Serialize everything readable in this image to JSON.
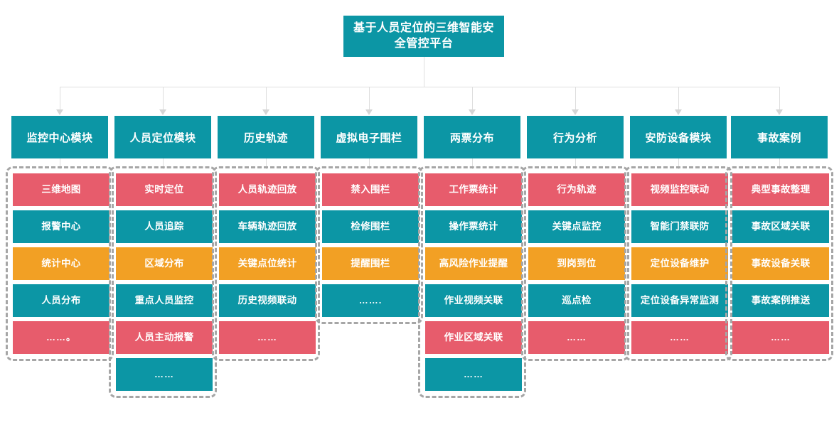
{
  "root": {
    "title": "基于人员定位的三维智能安全管控平台"
  },
  "colors": {
    "teal": "#0C96A5",
    "red": "#E75C6C",
    "orange": "#F2A024",
    "connector": "#DEDEDE",
    "dashed_border": "#A6A6A6",
    "background": "#FFFFFF",
    "text_on_node": "#FFFFFF"
  },
  "columns": [
    {
      "header": "监控中心模块",
      "items": [
        {
          "label": "三维地图",
          "color": "red"
        },
        {
          "label": "报警中心",
          "color": "teal"
        },
        {
          "label": "统计中心",
          "color": "orange"
        },
        {
          "label": "人员分布",
          "color": "teal"
        },
        {
          "label": "……。",
          "color": "red"
        }
      ]
    },
    {
      "header": "人员定位模块",
      "items": [
        {
          "label": "实时定位",
          "color": "red"
        },
        {
          "label": "人员追踪",
          "color": "teal"
        },
        {
          "label": "区域分布",
          "color": "orange"
        },
        {
          "label": "重点人员监控",
          "color": "teal"
        },
        {
          "label": "人员主动报警",
          "color": "red"
        },
        {
          "label": "……",
          "color": "teal"
        }
      ]
    },
    {
      "header": "历史轨迹",
      "items": [
        {
          "label": "人员轨迹回放",
          "color": "red"
        },
        {
          "label": "车辆轨迹回放",
          "color": "teal"
        },
        {
          "label": "关键点位统计",
          "color": "orange"
        },
        {
          "label": "历史视频联动",
          "color": "teal"
        },
        {
          "label": "……",
          "color": "red"
        }
      ]
    },
    {
      "header": "虚拟电子围栏",
      "items": [
        {
          "label": "禁入围栏",
          "color": "red"
        },
        {
          "label": "检修围栏",
          "color": "teal"
        },
        {
          "label": "提醒围栏",
          "color": "orange"
        },
        {
          "label": "…….",
          "color": "teal"
        }
      ]
    },
    {
      "header": "两票分布",
      "items": [
        {
          "label": "工作票统计",
          "color": "red"
        },
        {
          "label": "操作票统计",
          "color": "teal"
        },
        {
          "label": "高风险作业提醒",
          "color": "orange"
        },
        {
          "label": "作业视频关联",
          "color": "teal"
        },
        {
          "label": "作业区域关联",
          "color": "red"
        },
        {
          "label": "……",
          "color": "teal"
        }
      ]
    },
    {
      "header": "行为分析",
      "items": [
        {
          "label": "行为轨迹",
          "color": "red"
        },
        {
          "label": "关键点监控",
          "color": "teal"
        },
        {
          "label": "到岗到位",
          "color": "orange"
        },
        {
          "label": "巡点检",
          "color": "teal"
        },
        {
          "label": "……",
          "color": "red"
        }
      ]
    },
    {
      "header": "安防设备模块",
      "items": [
        {
          "label": "视频监控联动",
          "color": "red"
        },
        {
          "label": "智能门禁联防",
          "color": "teal"
        },
        {
          "label": "定位设备维护",
          "color": "orange"
        },
        {
          "label": "定位设备异常监测",
          "color": "teal"
        },
        {
          "label": "……",
          "color": "red"
        }
      ]
    },
    {
      "header": "事故案例",
      "items": [
        {
          "label": "典型事故整理",
          "color": "red"
        },
        {
          "label": "事故区域关联",
          "color": "teal"
        },
        {
          "label": "事故设备关联",
          "color": "orange"
        },
        {
          "label": "事故案例推送",
          "color": "teal"
        },
        {
          "label": "……",
          "color": "red"
        }
      ]
    }
  ]
}
